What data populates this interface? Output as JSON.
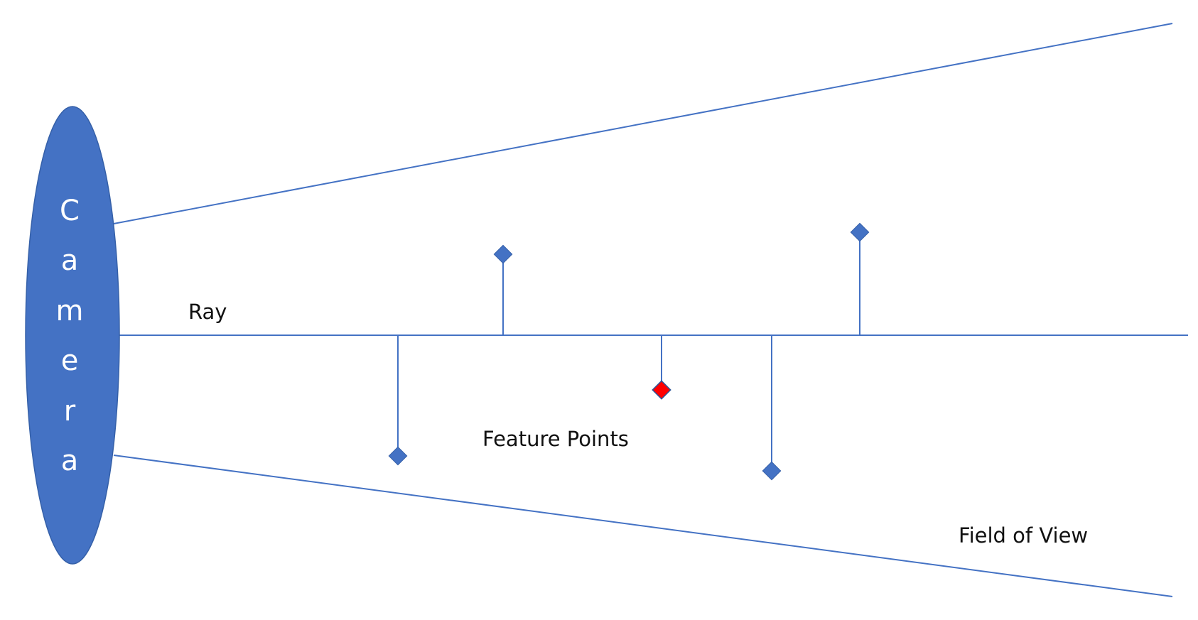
{
  "camera": {
    "letters": [
      "C",
      "a",
      "m",
      "e",
      "r",
      "a"
    ],
    "fill": "#4472C4"
  },
  "labels": {
    "ray": "Ray",
    "feature_points": "Feature Points",
    "field_of_view": "Field of View"
  },
  "colors": {
    "line": "#4472C4",
    "point": "#4472C4",
    "highlight_point": "#FF0000",
    "text": "#111111"
  },
  "feature_points": [
    {
      "id": "fp1",
      "side": "below",
      "highlight": false
    },
    {
      "id": "fp2",
      "side": "above",
      "highlight": false
    },
    {
      "id": "fp3",
      "side": "below",
      "highlight": true
    },
    {
      "id": "fp4",
      "side": "below",
      "highlight": false
    },
    {
      "id": "fp5",
      "side": "above",
      "highlight": false
    }
  ]
}
